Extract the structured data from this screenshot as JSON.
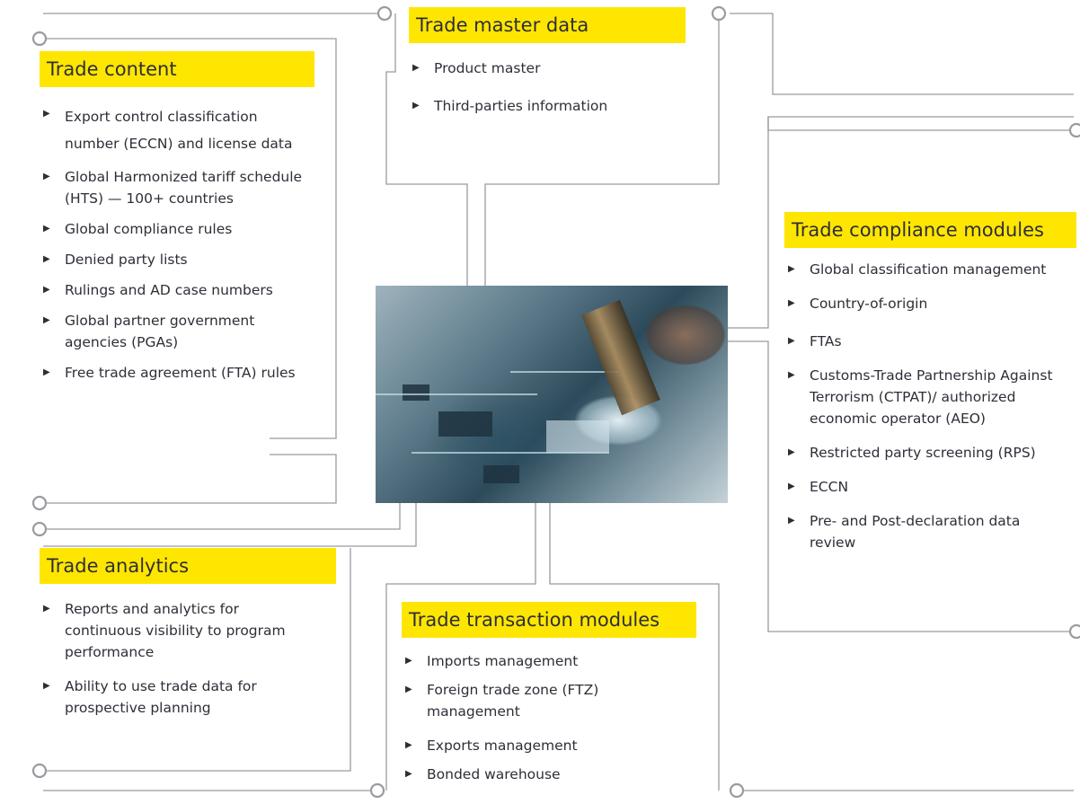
{
  "colors": {
    "accent": "#ffe600",
    "text": "#2e2e38",
    "line": "#9a9aa0"
  },
  "panels": {
    "trade_content": {
      "title": "Trade content",
      "items": [
        "Export control classification number (ECCN) and license data",
        "Global Harmonized tariff schedule (HTS) — 100+ countries",
        " Global compliance rules",
        "Denied party lists",
        "Rulings and AD case numbers",
        "Global partner government agencies (PGAs)",
        "Free trade agreement (FTA) rules"
      ]
    },
    "trade_master_data": {
      "title": "Trade master data",
      "items": [
        "Product master",
        "Third-parties information"
      ]
    },
    "trade_compliance_modules": {
      "title": "Trade compliance modules",
      "items": [
        "Global classification management",
        "Country-of-origin",
        "FTAs",
        "Customs-Trade Partnership Against Terrorism (CTPAT)/ authorized economic operator (AEO)",
        "Restricted party screening (RPS)",
        "ECCN",
        "Pre- and Post-declaration data review"
      ]
    },
    "trade_analytics": {
      "title": "Trade analytics",
      "items": [
        "Reports and analytics for continuous visibility to program performance",
        "Ability to use trade data for prospective planning"
      ]
    },
    "trade_transaction_modules": {
      "title": "Trade transaction modules",
      "items": [
        "Imports management",
        "Foreign trade zone (FTZ) management",
        "Exports management",
        "Bonded warehouse"
      ]
    }
  },
  "image": {
    "subject": "circuit-board-photo"
  }
}
